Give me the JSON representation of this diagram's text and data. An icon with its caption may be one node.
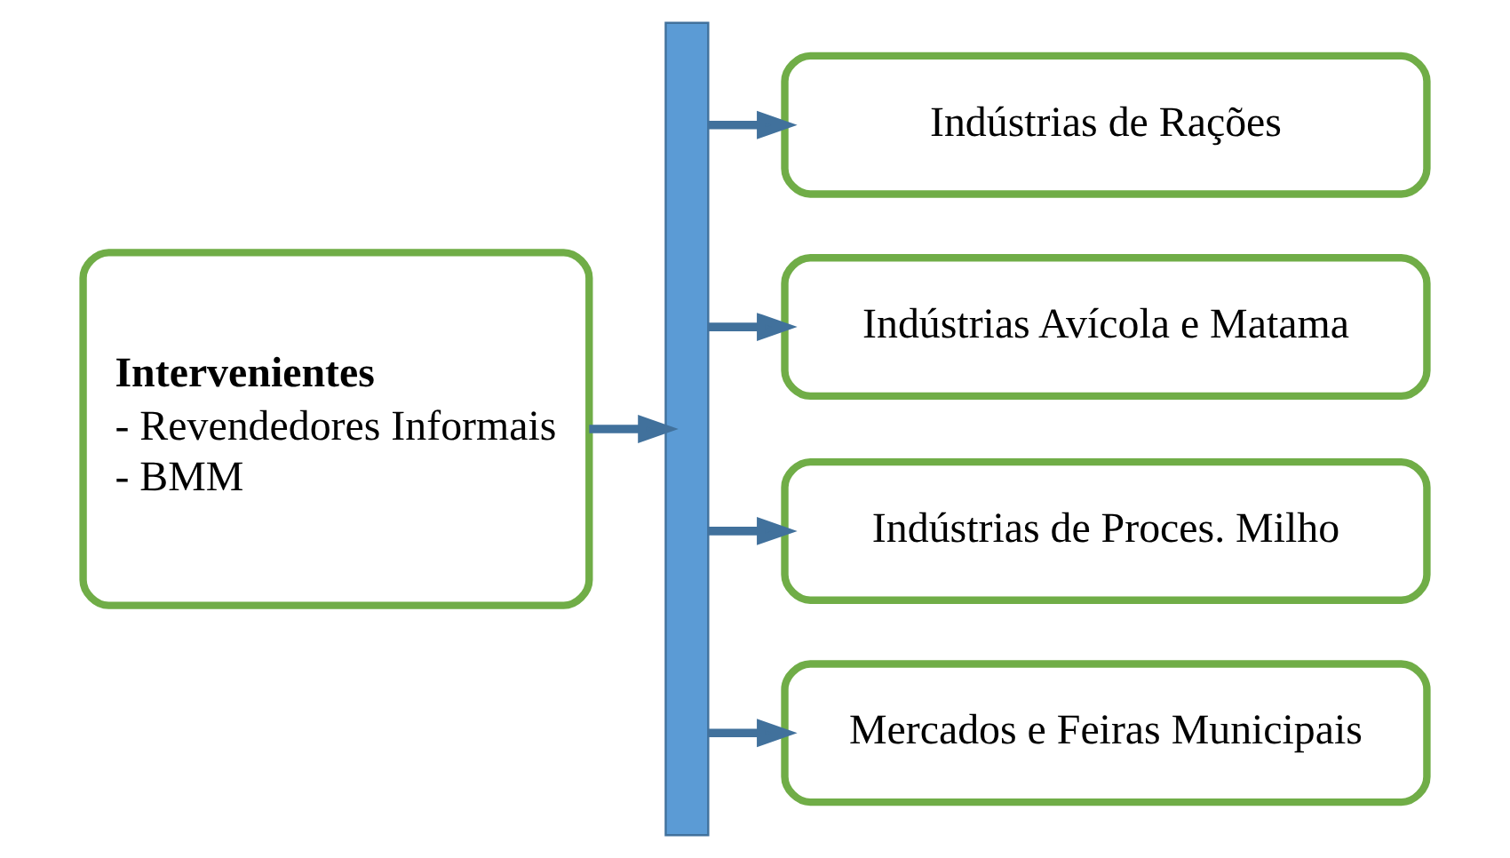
{
  "diagram": {
    "nodes": [
      {
        "text": [
          "Intervenientes",
          "- Revendedores Informais",
          "- BMM"
        ]
      },
      {
        "text": [],
        "shape": "bar"
      },
      {
        "text": [
          "Indústrias de Rações"
        ]
      },
      {
        "text": [
          "Indústrias Avícola e Matama"
        ]
      },
      {
        "text": [
          "Indústrias de Proces. Milho"
        ]
      },
      {
        "text": [
          "Mercados e Feiras Municipais"
        ]
      }
    ],
    "edges": [
      {
        "from": 0,
        "to": 1,
        "arrow": "to"
      },
      {
        "from": 1,
        "to": 2,
        "arrow": "to"
      },
      {
        "from": 1,
        "to": 3,
        "arrow": "to"
      },
      {
        "from": 1,
        "to": 4,
        "arrow": "to"
      },
      {
        "from": 1,
        "to": 5,
        "arrow": "to"
      }
    ]
  }
}
